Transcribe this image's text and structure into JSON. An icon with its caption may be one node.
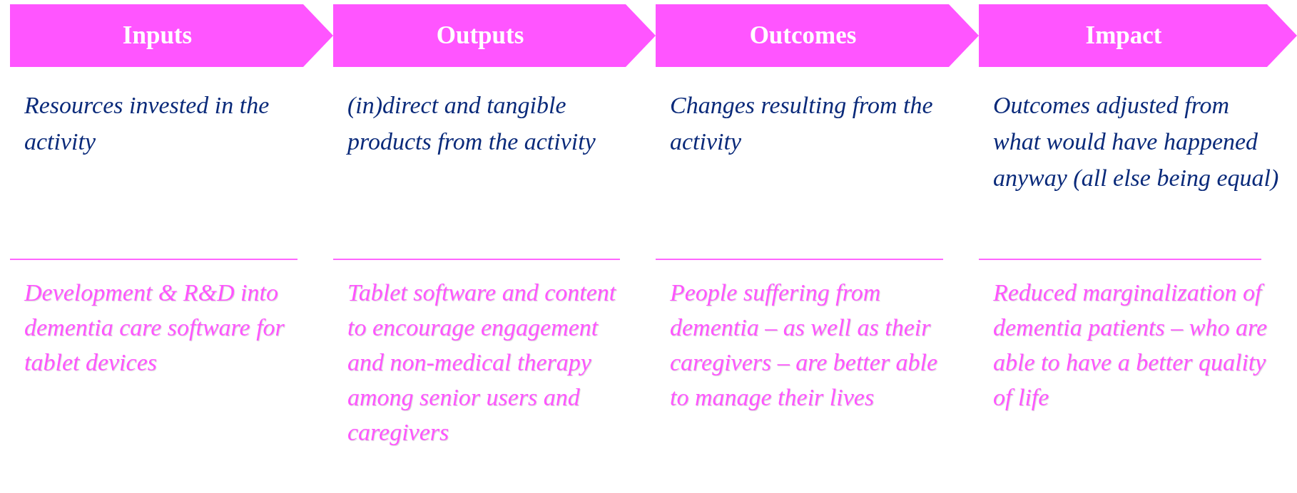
{
  "diagram": {
    "nodes": [
      {
        "text": [
          "Inputs"
        ]
      },
      {
        "text": [
          "Outputs"
        ]
      },
      {
        "text": [
          "Outcomes"
        ]
      },
      {
        "text": [
          "Impact"
        ]
      }
    ],
    "edges": [],
    "labels": [
      "Resources invested in the activity",
      "Development & R&D into dementia care software for tablet devices",
      "(in)direct and tangible products from the activity",
      "Tablet software and content to encourage engagement and non-medical therapy among senior users and caregivers",
      "Changes resulting from the activity",
      "People suffering from dementia – as well as their caregivers – are better able to manage their lives",
      "Outcomes adjusted from what would have happened anyway (all else being equal)",
      "Reduced marginalization of dementia patients – who are able to have a better quality of life"
    ]
  }
}
